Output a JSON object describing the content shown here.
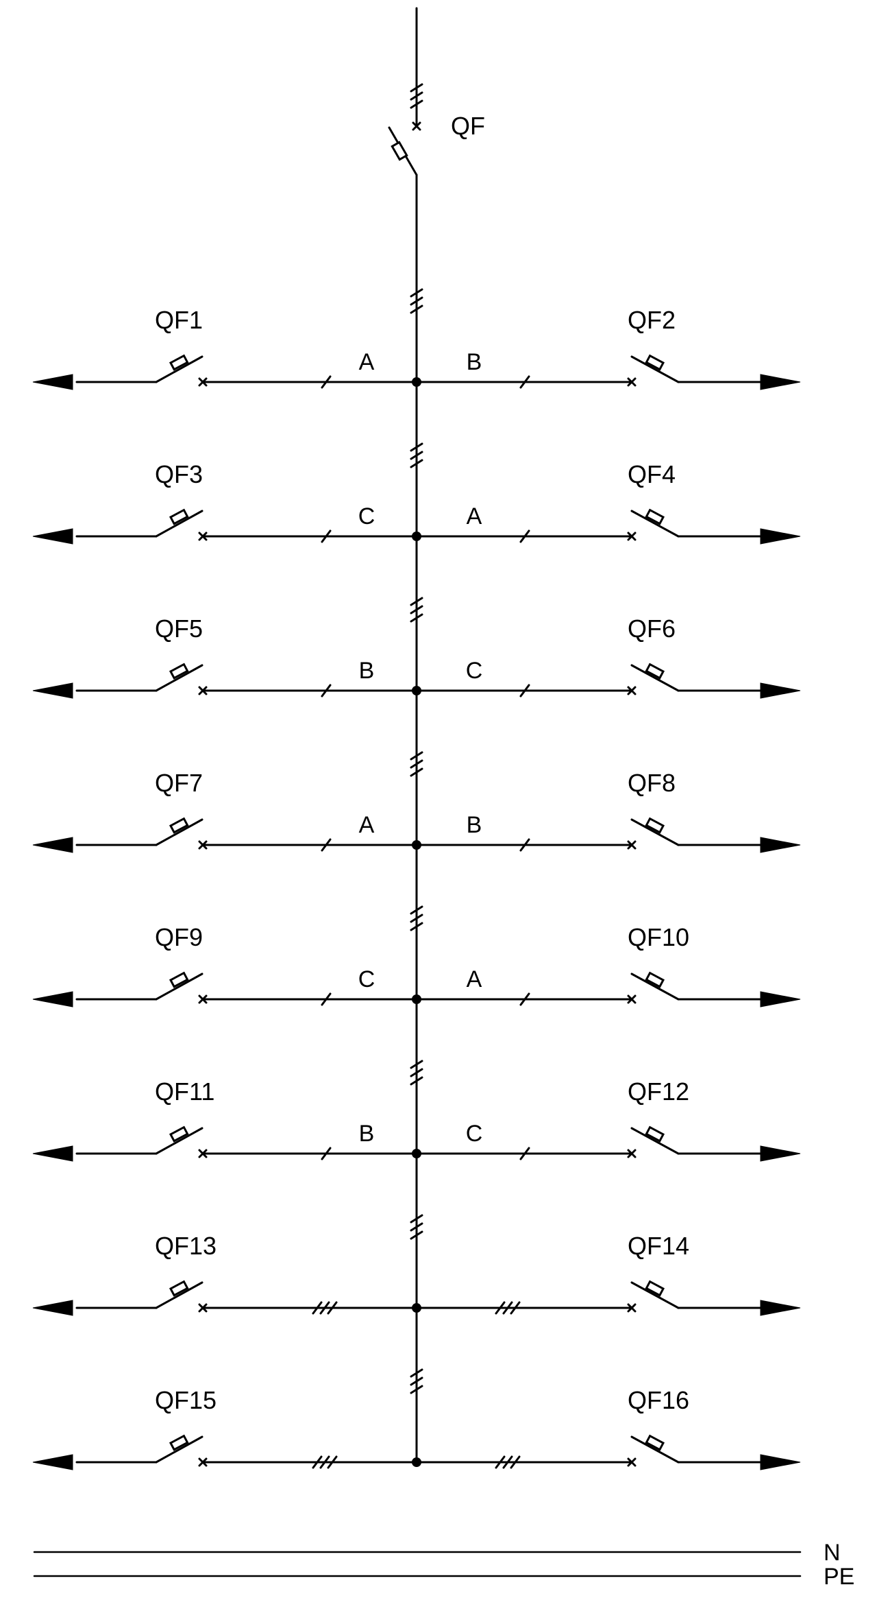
{
  "main_breaker": {
    "label": "QF"
  },
  "branches": [
    {
      "left": {
        "label": "QF1",
        "phase": "A"
      },
      "right": {
        "label": "QF2",
        "phase": "B"
      },
      "conductors": 1
    },
    {
      "left": {
        "label": "QF3",
        "phase": "C"
      },
      "right": {
        "label": "QF4",
        "phase": "A"
      },
      "conductors": 1
    },
    {
      "left": {
        "label": "QF5",
        "phase": "B"
      },
      "right": {
        "label": "QF6",
        "phase": "C"
      },
      "conductors": 1
    },
    {
      "left": {
        "label": "QF7",
        "phase": "A"
      },
      "right": {
        "label": "QF8",
        "phase": "B"
      },
      "conductors": 1
    },
    {
      "left": {
        "label": "QF9",
        "phase": "C"
      },
      "right": {
        "label": "QF10",
        "phase": "A"
      },
      "conductors": 1
    },
    {
      "left": {
        "label": "QF11",
        "phase": "B"
      },
      "right": {
        "label": "QF12",
        "phase": "C"
      },
      "conductors": 1
    },
    {
      "left": {
        "label": "QF13",
        "phase": ""
      },
      "right": {
        "label": "QF14",
        "phase": ""
      },
      "conductors": 3
    },
    {
      "left": {
        "label": "QF15",
        "phase": ""
      },
      "right": {
        "label": "QF16",
        "phase": ""
      },
      "conductors": 3
    }
  ],
  "buses": [
    {
      "label": "N"
    },
    {
      "label": "PE"
    }
  ],
  "colors": {
    "line": "#000000",
    "background": "#ffffff"
  }
}
